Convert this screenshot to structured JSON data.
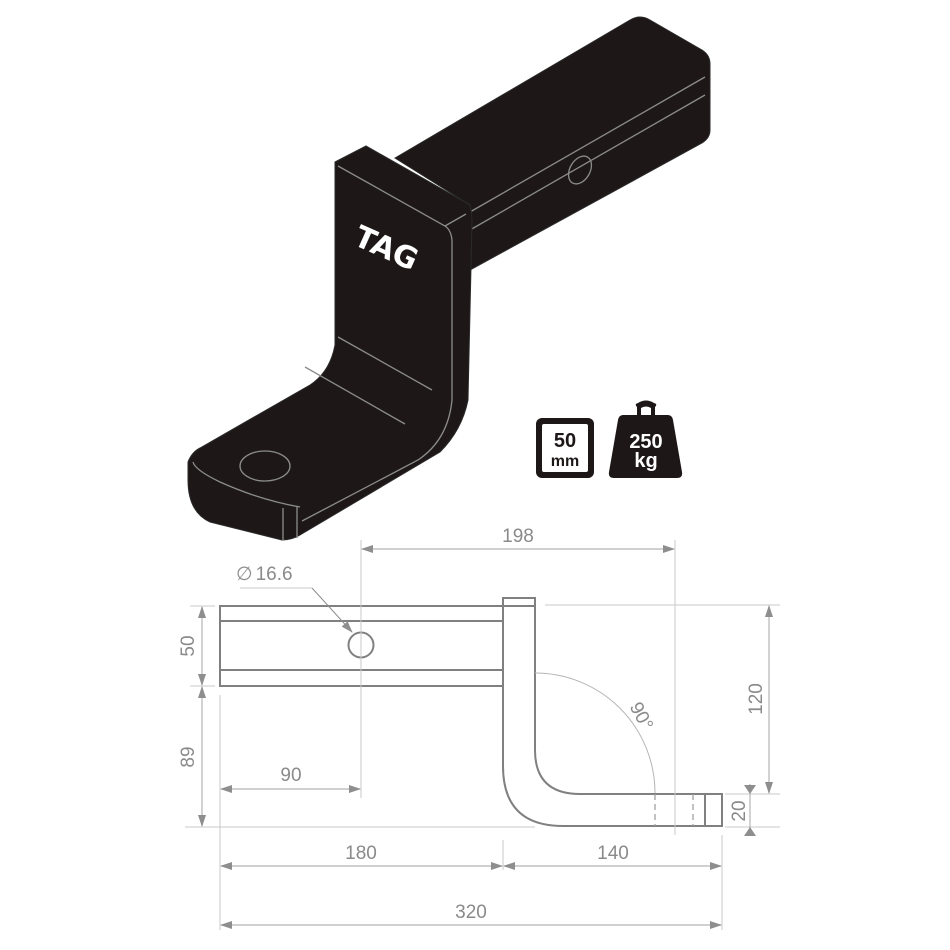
{
  "product": {
    "brand": "TAG",
    "description": "Tow ball mount (hitch tongue) isometric product view",
    "colors": {
      "body": "#1e1718",
      "edge": "#8c8c8c",
      "dimension_line": "#b5b5b5",
      "dimension_arrow": "#8e8e8e",
      "drawing_line": "#808080",
      "dimension_text": "#8a8a8a"
    }
  },
  "badges": {
    "ball_size": {
      "value": "50",
      "unit": "mm",
      "icon": "square-frame-icon"
    },
    "load_rating": {
      "value": "250",
      "unit": "kg",
      "icon": "weight-icon"
    }
  },
  "dimensions": {
    "hole_diameter_symbol": "∅",
    "hole_diameter": "16.6",
    "hole_offset_top": "198",
    "shank_height": "50",
    "drop_to_base": "89",
    "hole_from_end": "90",
    "rise": "120",
    "bend_angle": "90°",
    "plate_thickness": "20",
    "shank_length": "180",
    "tongue_length": "140",
    "overall_length": "320"
  }
}
